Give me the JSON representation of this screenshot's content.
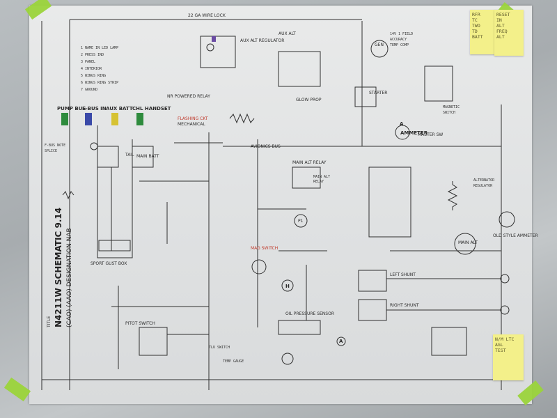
{
  "diagram": {
    "top_bus_label": "22 GA WIRE LOCK",
    "title_block": {
      "title_word": "TITLE",
      "title": "N4211W SCHEMATIC 9.14",
      "designation": "(CAO) (AAO) DESIGNATION NAB"
    },
    "bus_labels": {
      "pump_bus": "PUMP BUS",
      "e_bus_in": "E-BUS IN",
      "aux_batt": "AUX BATT",
      "cil_handset": "CHL HANDSET"
    },
    "component_labels": {
      "flashing_ckt": "FLASHING CKT",
      "mechanical": "MECHANICAL",
      "main_batt": "MAIN BATT",
      "tail": "TAIL",
      "aux_alt_regulator": "AUX ALT REGULATOR",
      "aux_alt": "AUX ALT",
      "starter": "STARTER",
      "main_alt_relay": "MAIN ALT RELAY",
      "main_alt": "MAIN ALT",
      "mag_switch": "MAG SWITCH",
      "left_shunt": "LEFT SHUNT",
      "right_shunt": "RIGHT SHUNT",
      "oil_pressure": "OIL PRESSURE SENSOR",
      "pitot_switch": "PITOT SWITCH",
      "hobbs": "H",
      "old_style_ammeter": "OLD STYLE AMMETER",
      "ammeter": "AMMETER",
      "master_sw": "MASTER SW",
      "avionics_bus": "AVIONICS BUS",
      "sport_gust_box": "SPORT GUST BOX",
      "nr_powered_relay": "NR POWERED RELAY",
      "glow_prop": "GLOW PROP",
      "gen": "GEN",
      "p1": "P1",
      "a": "A",
      "ammeter_symbol": "A"
    },
    "sticky_notes": [
      {
        "text": "RFR\nTC\nTWO\nTD\nBATT"
      },
      {
        "text": "RESET\nIN\nALT\nFREQ\nALT"
      },
      {
        "text": "N/M LTC\nAGL\nTEST"
      }
    ]
  }
}
